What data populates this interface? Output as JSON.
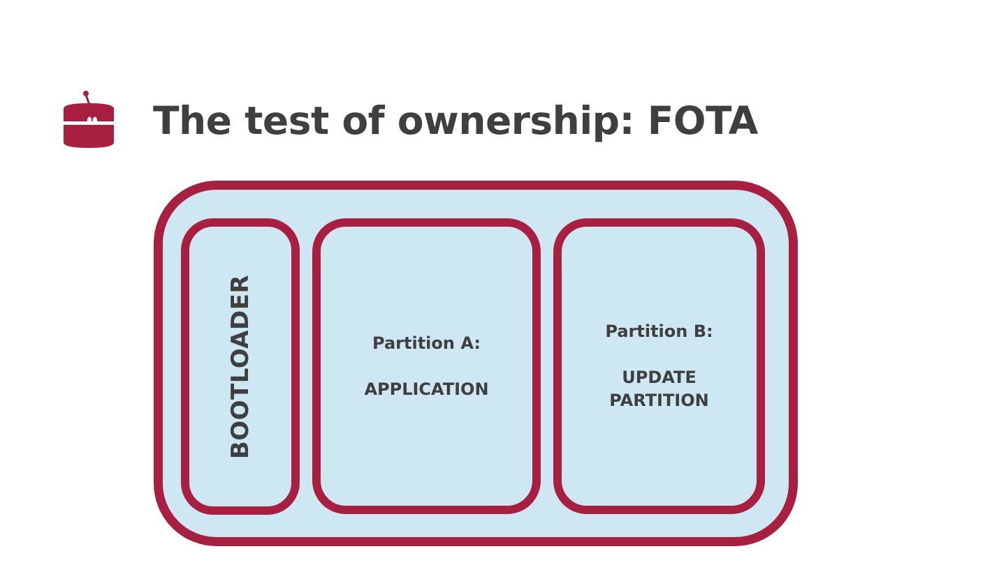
{
  "slide": {
    "title": "The test of ownership: FOTA"
  },
  "diagram": {
    "bootloader_label": "BOOTLOADER",
    "partition_a": {
      "heading": "Partition A:",
      "content": "APPLICATION"
    },
    "partition_b": {
      "heading": "Partition B:",
      "content_line1": "UPDATE",
      "content_line2": "PARTITION"
    }
  },
  "colors": {
    "accent": "#a81f40",
    "box_fill": "#cee8f3",
    "text": "#3f3f3f"
  },
  "icons": {
    "logo": "robot-drum-logo-icon"
  }
}
